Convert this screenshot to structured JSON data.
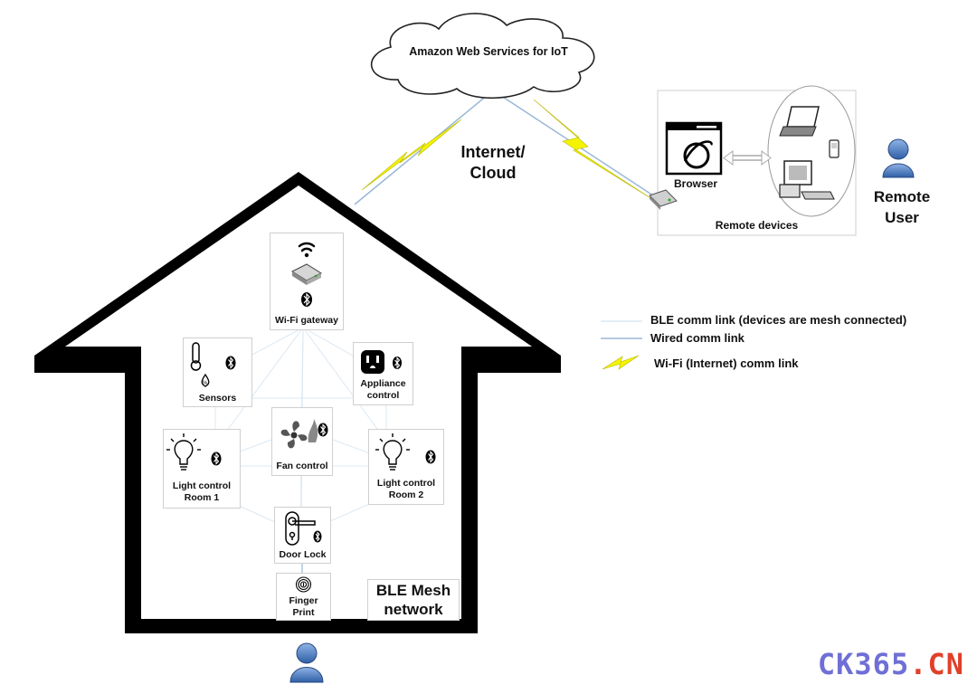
{
  "cloud": {
    "label": "Amazon Web Services for IoT"
  },
  "internet": {
    "line1": "Internet/",
    "line2": "Cloud"
  },
  "remote": {
    "browser_label": "Browser",
    "devices_label": "Remote devices",
    "user_line1": "Remote",
    "user_line2": "User"
  },
  "home": {
    "mesh_line1": "BLE Mesh",
    "mesh_line2": "network",
    "nodes": {
      "gateway": "Wi-Fi gateway",
      "sensors": "Sensors",
      "appliance_line1": "Appliance",
      "appliance_line2": "control",
      "fan": "Fan control",
      "light1_line1": "Light control",
      "light1_line2": "Room 1",
      "light2_line1": "Light control",
      "light2_line2": "Room 2",
      "door": "Door Lock",
      "finger_line1": "Finger",
      "finger_line2": "Print"
    }
  },
  "legend": {
    "ble": "BLE comm link (devices are mesh connected)",
    "wired": "Wired comm link",
    "wifi": "Wi-Fi (Internet) comm link"
  },
  "watermark": {
    "part1": "CK365",
    "part2": ".CN"
  },
  "colors": {
    "house_outline": "#000000",
    "wifi_bolt": "#f2f200",
    "person": "#4f7fbf",
    "ble_link": "#d8e6f0",
    "watermark_blue": "#6f6fd6",
    "watermark_red": "#e0402a"
  }
}
